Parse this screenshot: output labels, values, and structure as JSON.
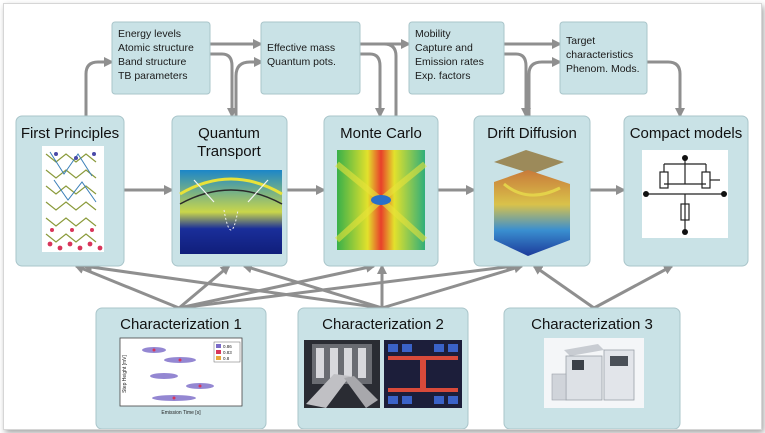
{
  "notes": [
    {
      "lines": [
        "Energy levels",
        "Atomic structure",
        "Band structure",
        "TB parameters"
      ]
    },
    {
      "lines": [
        "Effective mass",
        "Quantum pots."
      ]
    },
    {
      "lines": [
        "Mobility",
        "Capture and",
        "Emission rates",
        "Exp. factors"
      ]
    },
    {
      "lines": [
        "Target",
        "characteristics",
        "Phenom. Mods."
      ]
    }
  ],
  "stages": [
    {
      "title_lines": [
        "First Principles"
      ]
    },
    {
      "title_lines": [
        "Quantum",
        "Transport"
      ]
    },
    {
      "title_lines": [
        "Monte Carlo"
      ]
    },
    {
      "title_lines": [
        "Drift Diffusion"
      ]
    },
    {
      "title_lines": [
        "Compact models"
      ]
    }
  ],
  "characterizations": [
    {
      "title": "Characterization 1"
    },
    {
      "title": "Characterization 2"
    },
    {
      "title": "Characterization 3"
    }
  ],
  "char1_plot": {
    "ylabel": "Step Height [mV]",
    "xlabel": "Emission Time [s]",
    "legend": [
      "0.86",
      "0.83",
      "0.8"
    ]
  },
  "colors": {
    "box": "#c9e2e6",
    "arrow": "#8f8f8f"
  }
}
